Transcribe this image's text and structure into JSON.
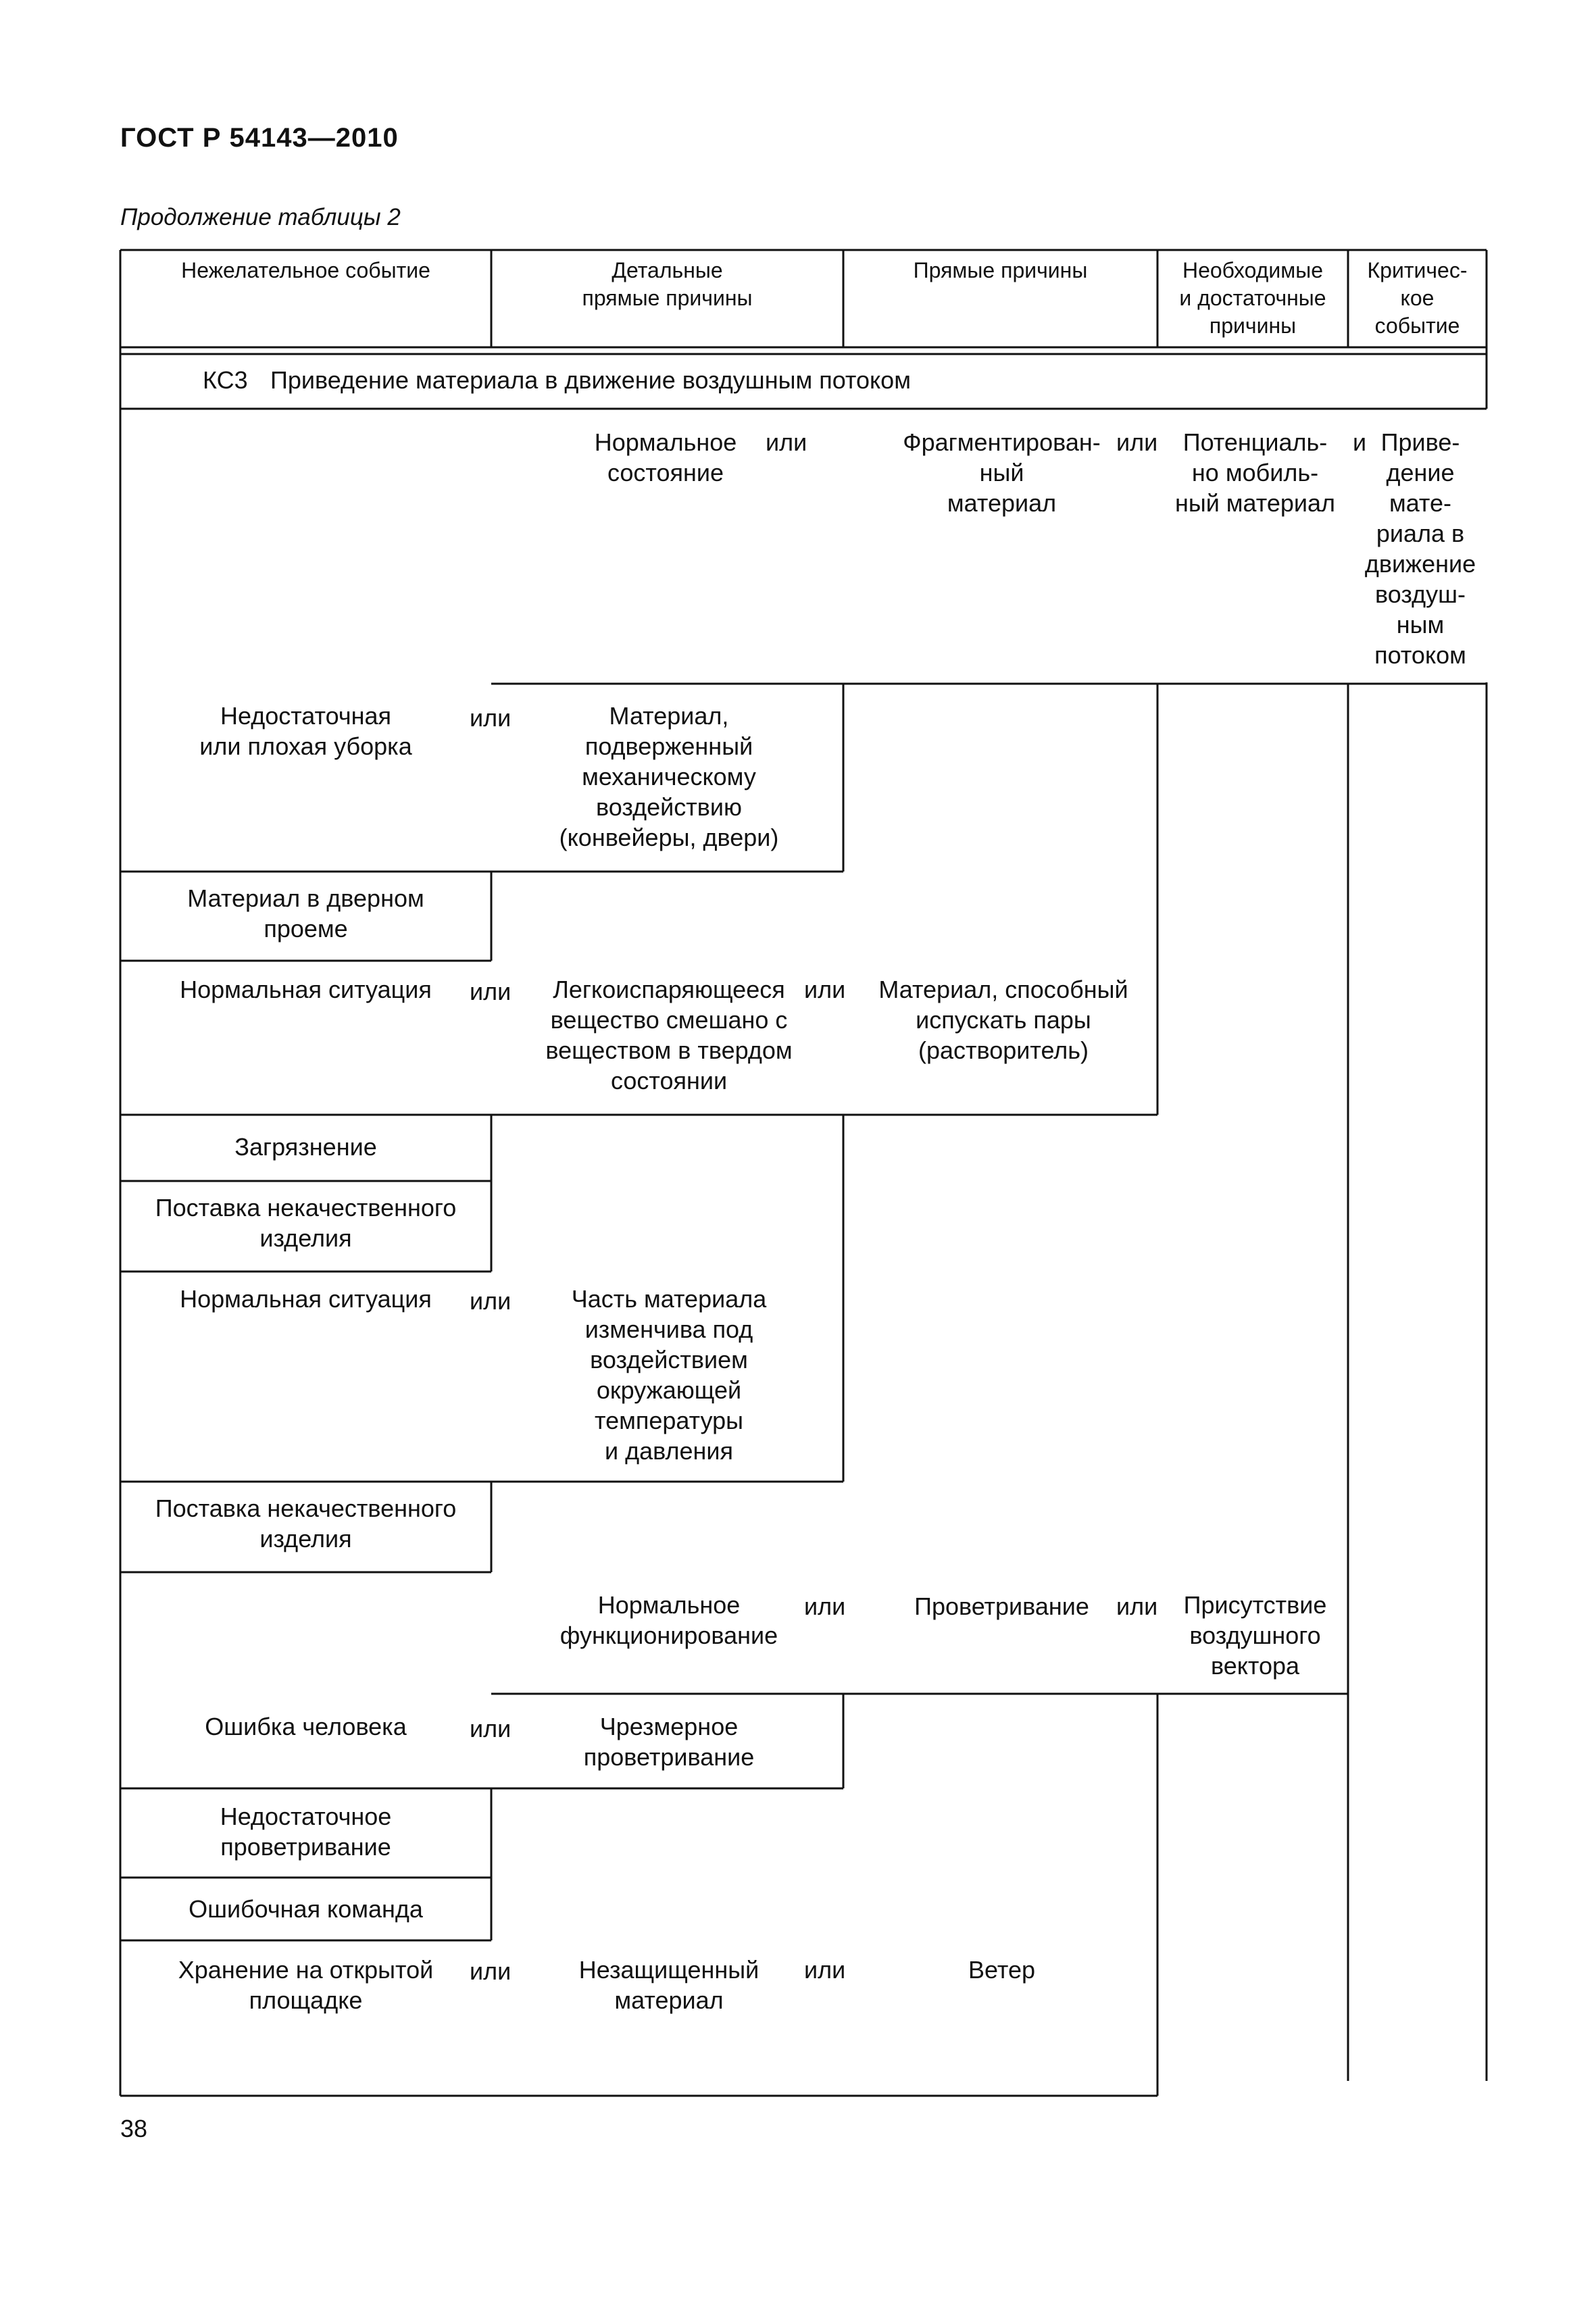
{
  "document": {
    "title": "ГОСТ Р 54143—2010",
    "caption": "Продолжение таблицы 2",
    "page_number": "38"
  },
  "table": {
    "headers": {
      "undesired_event": "Нежелательное событие",
      "detailed_direct_causes": "Детальные\nпрямые причины",
      "direct_causes": "Прямые причины",
      "necessary_sufficient": "Необходимые\nи достаточные\nпричины",
      "critical_event": "Критичес-\nкое\nсобытие"
    },
    "section": {
      "code": "КС3",
      "title": "Приведение материала в движение воздушным потоком"
    },
    "cells": {
      "normal_state": "Нормальное\nсостояние",
      "fragmented_material": "Фрагментирован-\nный\nматериал",
      "potentially_mobile": "Потенциаль-\nно мобиль-\nный материал",
      "critical_and": "и",
      "critical_result": "Приве-\nдение\nмате-\nриала в\nдвижение\nвоздуш-\nным\nпотоком",
      "insufficient_cleaning": "Недостаточная\nили плохая уборка",
      "material_mechanical": "Материал,\nподверженный\nмеханическому\nвоздействию\n(конвейеры, двери)",
      "material_doorway": "Материал в дверном\nпроеме",
      "normal_situation_1": "Нормальная ситуация",
      "volatile_substance": "Легкоиспаряющееся\nвещество смешано с\nвеществом в твердом\nсостоянии",
      "material_vapor": "Материал, способный\nиспускать пары\n(растворитель)",
      "contamination": "Загрязнение",
      "defective_supply_1": "Поставка некачественного\nизделия",
      "normal_situation_2": "Нормальная ситуация",
      "material_variable": "Часть материала\nизменчива под\nвоздействием\nокружающей\nтемпературы\nи давления",
      "defective_supply_2": "Поставка некачественного\nизделия",
      "normal_functioning": "Нормальное\nфункционирование",
      "ventilation": "Проветривание",
      "air_vector": "Присутствие\nвоздушного\nвектора",
      "human_error": "Ошибка человека",
      "excessive_ventilation": "Чрезмерное\nпроветривание",
      "insufficient_ventilation": "Недостаточное\nпроветривание",
      "wrong_command": "Ошибочная команда",
      "open_storage": "Хранение на открытой\nплощадке",
      "unprotected_material": "Незащищенный\nматериал",
      "wind": "Ветер"
    },
    "connector": "или"
  }
}
